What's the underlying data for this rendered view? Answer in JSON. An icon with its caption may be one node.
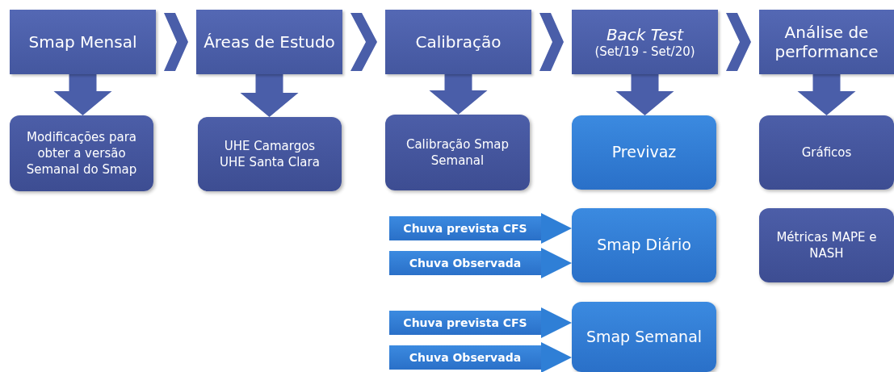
{
  "diagram": {
    "nodes": [
      {
        "text": [
          "Smap Mensal"
        ]
      },
      {
        "text": [
          "Áreas de Estudo"
        ]
      },
      {
        "text": [
          "Calibração"
        ]
      },
      {
        "text": [
          "Back Test",
          "(Set/19 - Set/20)"
        ]
      },
      {
        "text": [
          "Análise de performance"
        ]
      },
      {
        "text": [
          "Modificações para obter a versão Semanal do Smap"
        ]
      },
      {
        "text": [
          "UHE Camargos",
          "UHE Santa Clara"
        ]
      },
      {
        "text": [
          "Calibração Smap Semanal"
        ]
      },
      {
        "text": [
          "Previvaz"
        ]
      },
      {
        "text": [
          "Gráficos"
        ]
      },
      {
        "text": [
          "Chuva prevista CFS"
        ]
      },
      {
        "text": [
          "Chuva Observada"
        ]
      },
      {
        "text": [
          "Smap Diário"
        ]
      },
      {
        "text": [
          "Métricas MAPE e NASH"
        ]
      },
      {
        "text": [
          "Chuva prevista CFS"
        ]
      },
      {
        "text": [
          "Chuva Observada"
        ]
      },
      {
        "text": [
          "Smap Semanal"
        ]
      }
    ],
    "edges": [
      {
        "from": 0,
        "to": 1,
        "arrow": "to"
      },
      {
        "from": 1,
        "to": 2,
        "arrow": "to"
      },
      {
        "from": 2,
        "to": 3,
        "arrow": "to"
      },
      {
        "from": 3,
        "to": 4,
        "arrow": "to"
      },
      {
        "from": 0,
        "to": 5,
        "arrow": "to"
      },
      {
        "from": 1,
        "to": 6,
        "arrow": "to"
      },
      {
        "from": 2,
        "to": 7,
        "arrow": "to"
      },
      {
        "from": 3,
        "to": 8,
        "arrow": "to"
      },
      {
        "from": 4,
        "to": 9,
        "arrow": "to"
      },
      {
        "from": 10,
        "to": 12,
        "arrow": "to"
      },
      {
        "from": 11,
        "to": 12,
        "arrow": "to"
      },
      {
        "from": 14,
        "to": 16,
        "arrow": "to"
      },
      {
        "from": 15,
        "to": 16,
        "arrow": "to"
      }
    ]
  }
}
